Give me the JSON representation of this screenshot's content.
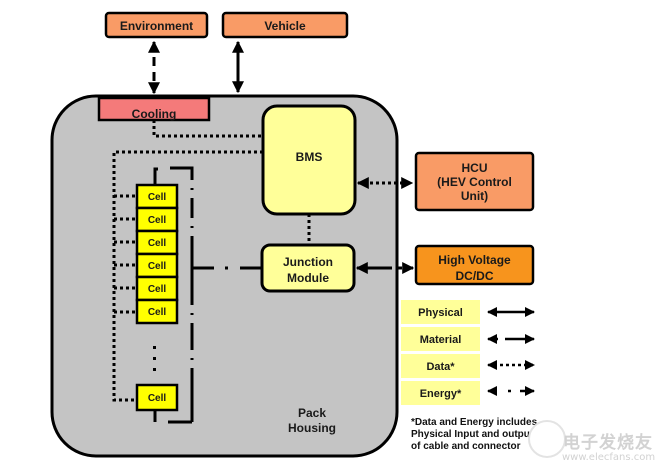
{
  "diagram": {
    "external": {
      "environment": "Environment",
      "vehicle": "Vehicle",
      "hcu": [
        "HCU",
        "(HEV Control",
        "Unit)"
      ],
      "high_voltage": [
        "High Voltage",
        "DC/DC"
      ]
    },
    "pack": {
      "cooling": "Cooling",
      "bms": "BMS",
      "junction": [
        "Junction",
        "Module"
      ],
      "cells": [
        "Cell",
        "Cell",
        "Cell",
        "Cell",
        "Cell",
        "Cell",
        "Cell"
      ],
      "housing": [
        "Pack",
        "Housing"
      ]
    },
    "legend": [
      {
        "label": "Physical",
        "style": "solid"
      },
      {
        "label": "Material",
        "style": "dashed"
      },
      {
        "label": "Data*",
        "style": "dotted"
      },
      {
        "label": "Energy*",
        "style": "dash-dot"
      }
    ],
    "footnote": "*Data and Energy includes\nPhysical Input and outpu\nof cable and connector",
    "colors": {
      "external_box": "#f99b66",
      "high_voltage_box": "#f7941d",
      "cooling_box": "#f47a7a",
      "bms_box": "#ffff99",
      "cell_box": "#ffff00",
      "pack_fill": "#c4c4c4",
      "legend_fill": "#ffff99"
    }
  },
  "watermark": {
    "cn": "电子发烧友",
    "url": "www.elecfans.com"
  }
}
